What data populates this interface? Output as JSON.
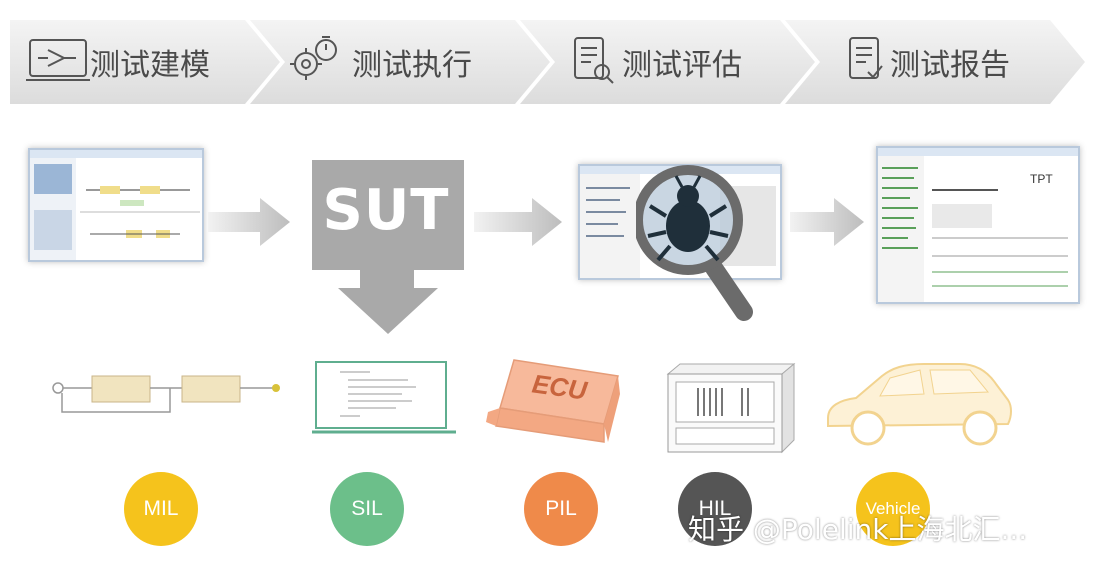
{
  "steps": [
    {
      "label": "测试建模",
      "icon": "monitor-play-icon"
    },
    {
      "label": "测试执行",
      "icon": "gear-stopwatch-icon"
    },
    {
      "label": "测试评估",
      "icon": "document-magnifier-icon"
    },
    {
      "label": "测试报告",
      "icon": "document-check-icon"
    }
  ],
  "sut_label": "SUT",
  "levels": [
    {
      "label": "MIL",
      "color": "#f5c31c"
    },
    {
      "label": "SIL",
      "color": "#6cbf8a"
    },
    {
      "label": "PIL",
      "color": "#ef8a4a"
    },
    {
      "label": "HIL",
      "color": "#555555"
    },
    {
      "label": "Vehicle",
      "color": "#f5c31c"
    }
  ],
  "ecu_label": "ECU",
  "report_logo": "TPT",
  "watermark": "知乎 @Polelink上海北汇..."
}
